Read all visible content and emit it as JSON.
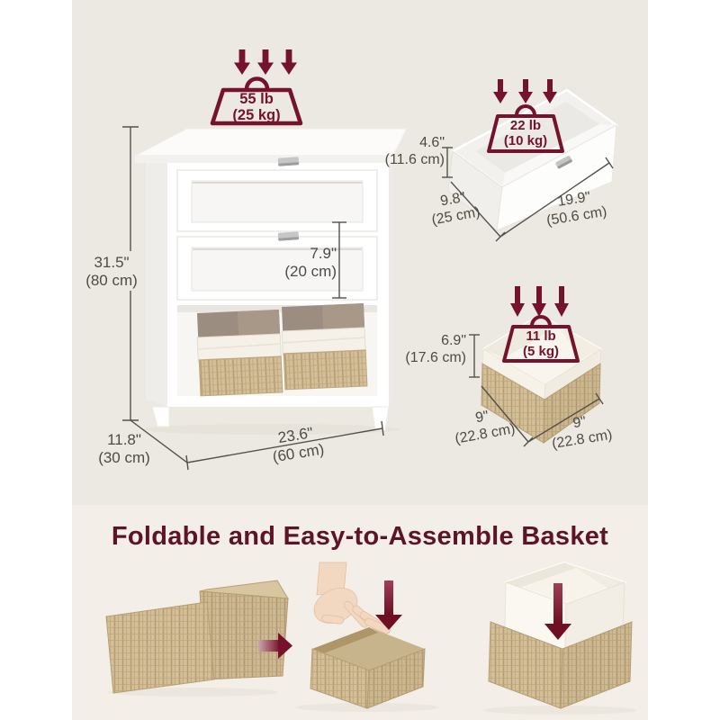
{
  "colors": {
    "maroon": "#74132B",
    "background_top": "#ECE9E2",
    "background_bottom": "#F3EFE8",
    "dimension_text": "#4E4A45",
    "wicker": "#D3BF99",
    "cabinet_white": "#FFFFFF"
  },
  "cabinet_figure": {
    "load_label": {
      "lb": "55 lb",
      "kg": "(25 kg)"
    },
    "height": {
      "in": "31.5\"",
      "cm": "(80 cm)"
    },
    "drawer_height": {
      "in": "7.9\"",
      "cm": "(20 cm)"
    },
    "depth": {
      "in": "11.8\"",
      "cm": "(30 cm)"
    },
    "width": {
      "in": "23.6\"",
      "cm": "(60 cm)"
    }
  },
  "drawer_figure": {
    "load_label": {
      "lb": "22 lb",
      "kg": "(10 kg)"
    },
    "height": {
      "in": "4.6\"",
      "cm": "(11.6 cm)"
    },
    "depth": {
      "in": "9.8\"",
      "cm": "(25 cm)"
    },
    "width": {
      "in": "19.9\"",
      "cm": "(50.6 cm)"
    }
  },
  "basket_figure": {
    "load_label": {
      "lb": "11 lb",
      "kg": "(5 kg)"
    },
    "height": {
      "in": "6.9\"",
      "cm": "(17.6 cm)"
    },
    "depth": {
      "in": "9\"",
      "cm": "(22.8 cm)"
    },
    "width": {
      "in": "9\"",
      "cm": "(22.8 cm)"
    }
  },
  "bottom_panel": {
    "title": "Foldable and Easy-to-Assemble Basket"
  }
}
